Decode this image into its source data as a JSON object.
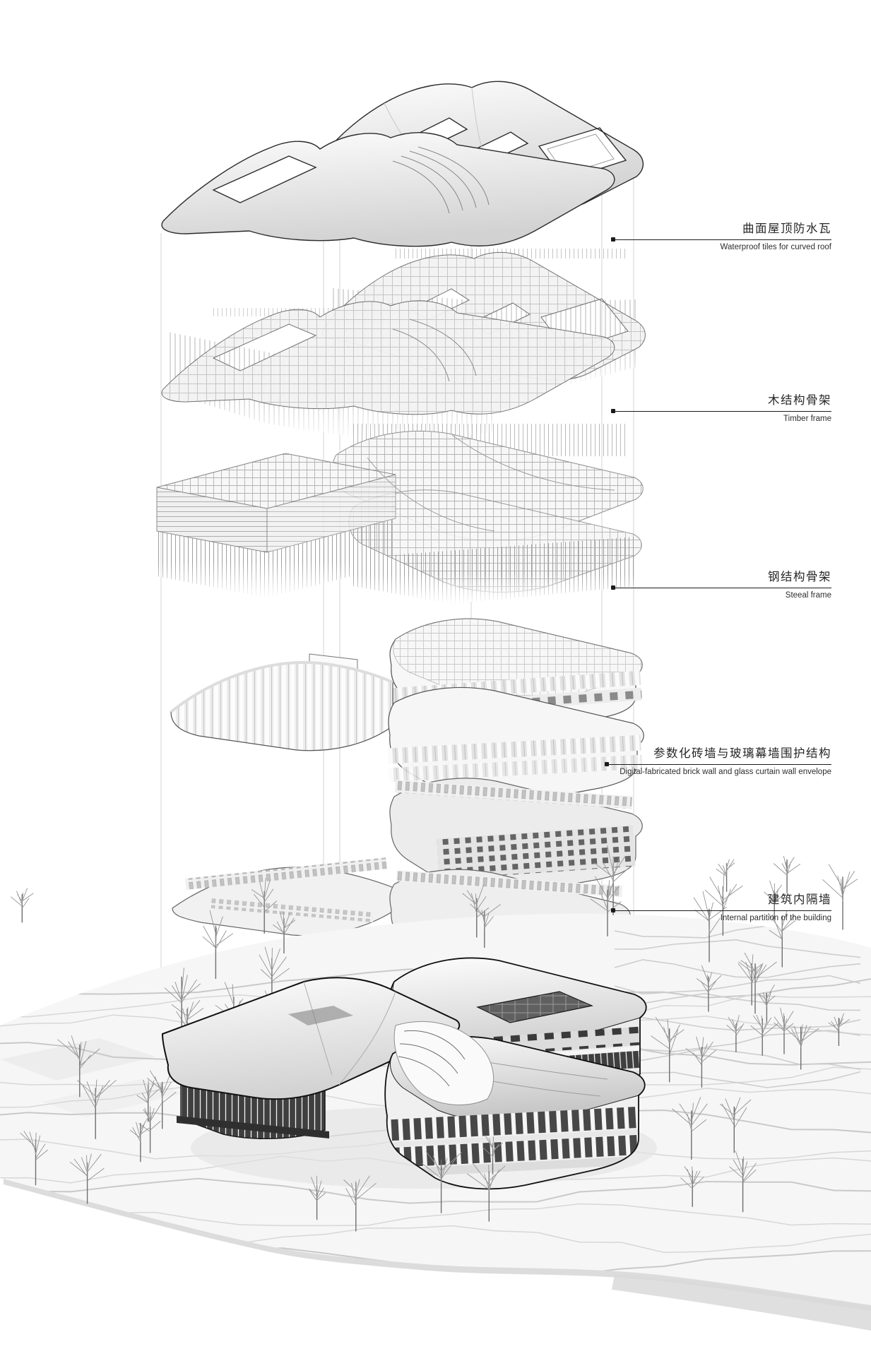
{
  "background": "#ffffff",
  "diagram": {
    "type": "exploded-axonometric-architecture-diagram",
    "ink_color": "#1b1b1b",
    "guide_line_color": "#c9c9c9",
    "annotations": [
      {
        "id": "roof-tiles",
        "zh": "曲面屋顶防水瓦",
        "en": "Waterproof tiles for curved roof"
      },
      {
        "id": "timber-frame",
        "zh": "木结构骨架",
        "en": "Timber frame"
      },
      {
        "id": "steel-frame",
        "zh": "钢结构骨架",
        "en": "Steeal frame"
      },
      {
        "id": "envelope",
        "zh": "参数化砖墙与玻璃幕墙围护结构",
        "en": "Digital-fabricated brick wall and glass curtain wall envelope"
      },
      {
        "id": "internal-partition",
        "zh": "建筑内隔墙",
        "en": "Internal partition of the building"
      }
    ]
  }
}
